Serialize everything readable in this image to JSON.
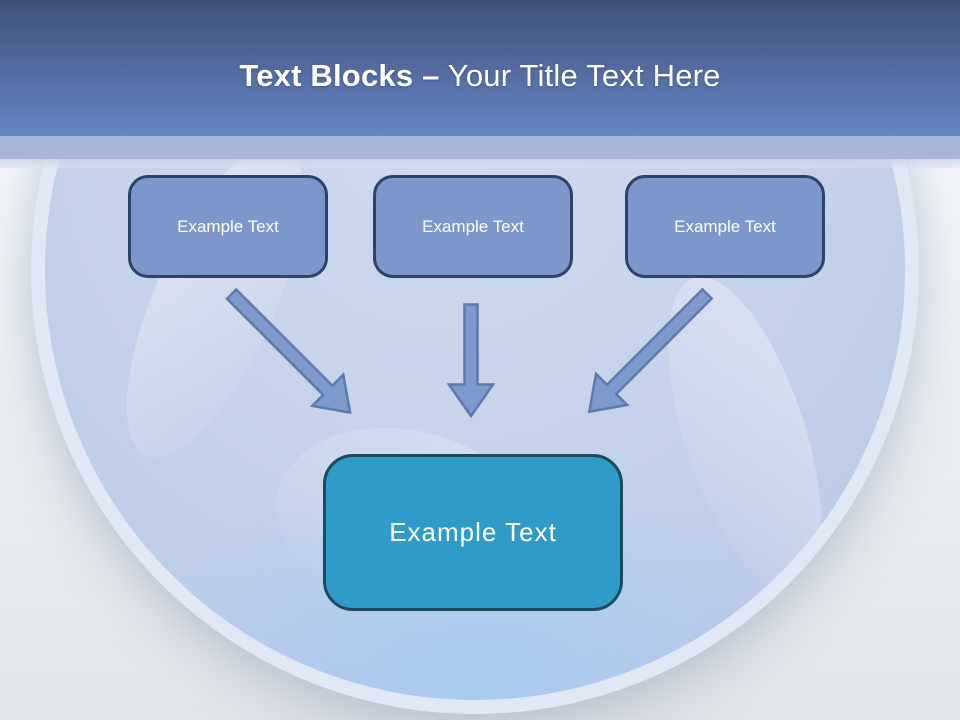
{
  "header": {
    "title_emphasis": "Text Blocks –",
    "title_rest": "Your Title Text Here"
  },
  "diagram": {
    "source_blocks": [
      {
        "label": "Example Text"
      },
      {
        "label": "Example Text"
      },
      {
        "label": "Example Text"
      }
    ],
    "arrows": [
      "arrow-down-right",
      "arrow-down",
      "arrow-down-left"
    ],
    "target_block": {
      "label": "Example Text"
    }
  },
  "colors": {
    "header-top": "#3e5179",
    "header-bottom": "#6585c6",
    "title-text": "#ffffff",
    "band": "#a9b7da",
    "bg-top": "#f5f8fc",
    "bg-bottom": "#e2e5ea",
    "sphere-rim": "#dfe8f4",
    "sphere-fill": "#c5d2e9",
    "box-fill": "#7d97cc",
    "box-border": "#2c4468",
    "box-text": "#ffffff",
    "result-fill": "#2f9bc9",
    "result-border": "#1e4a61",
    "arrow-fill": "#7e99cd",
    "arrow-stroke": "#5d79ae"
  }
}
